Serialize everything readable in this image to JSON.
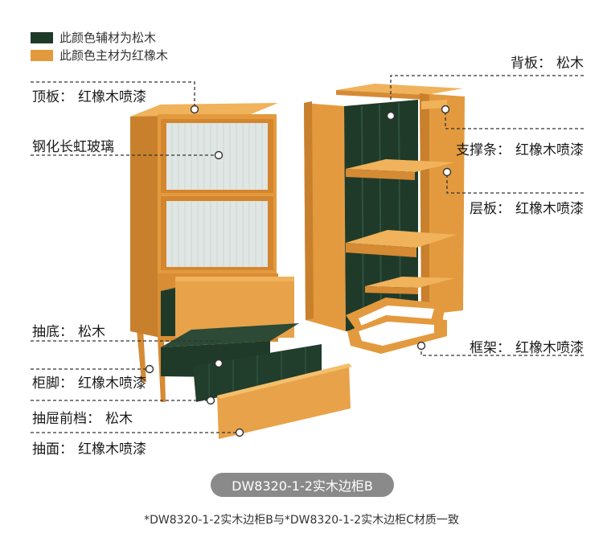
{
  "legend": [
    {
      "text": "此颜色辅材为松木",
      "color": "#1f3a29"
    },
    {
      "text": "此颜色主材为红橡木",
      "color": "#e39a3e"
    }
  ],
  "labels_left": {
    "top_board": {
      "name": "顶板：",
      "value": "红橡木喷漆"
    },
    "glass": {
      "name": "钢化长虹玻璃",
      "value": ""
    },
    "drawer_bottom": {
      "name": "抽底：",
      "value": "松木"
    },
    "leg": {
      "name": "柜脚：",
      "value": "红橡木喷漆"
    },
    "drawer_front_stop": {
      "name": "抽屉前档：",
      "value": "松木"
    },
    "drawer_face": {
      "name": "抽面：",
      "value": "红橡木喷漆"
    }
  },
  "labels_right": {
    "back_board": {
      "name": "背板：",
      "value": "松木"
    },
    "support_bar": {
      "name": "支撑条：",
      "value": "红橡木喷漆"
    },
    "shelf": {
      "name": "层板：",
      "value": "红橡木喷漆"
    },
    "frame": {
      "name": "框架：",
      "value": "红橡木喷漆"
    }
  },
  "model": "DW8320-1-2实木边柜B",
  "footnote": "*DW8320-1-2实木边柜B与*DW8320-1-2实木边柜C材质一致",
  "colors": {
    "oak": "#e39a3e",
    "oak_dark": "#c9802c",
    "oak_light": "#f0b25a",
    "pine": "#1f3a29",
    "pine_light": "#2c4a36",
    "glass": "#dfe6e3"
  }
}
